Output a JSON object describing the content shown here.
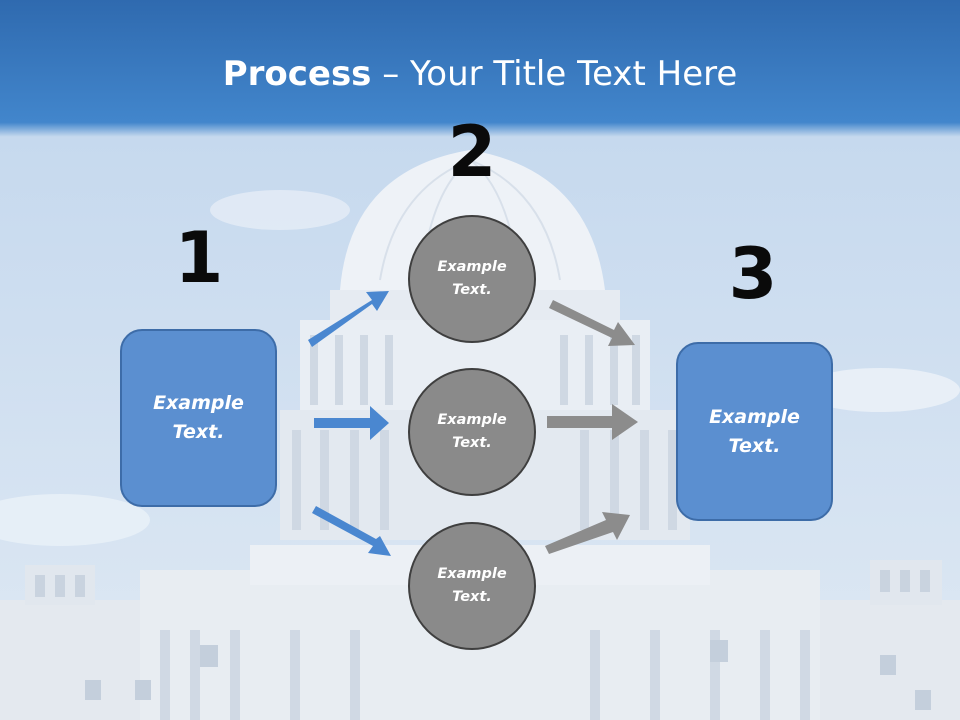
{
  "slide": {
    "title_bold": "Process",
    "title_rest": " – Your Title Text Here"
  },
  "steps": {
    "step1_number": "1",
    "step2_number": "2",
    "step3_number": "3"
  },
  "nodes": {
    "left_box": "Example Text.",
    "circle_top": "Example Text.",
    "circle_middle": "Example Text.",
    "circle_bottom": "Example Text.",
    "right_box": "Example Text."
  },
  "colors": {
    "header_blue": "#3a78c0",
    "box_fill": "#5b8fd0",
    "circle_fill": "#8a8a8a",
    "blue_arrow": "#4a87d0",
    "gray_arrow": "#8c8c8c"
  }
}
